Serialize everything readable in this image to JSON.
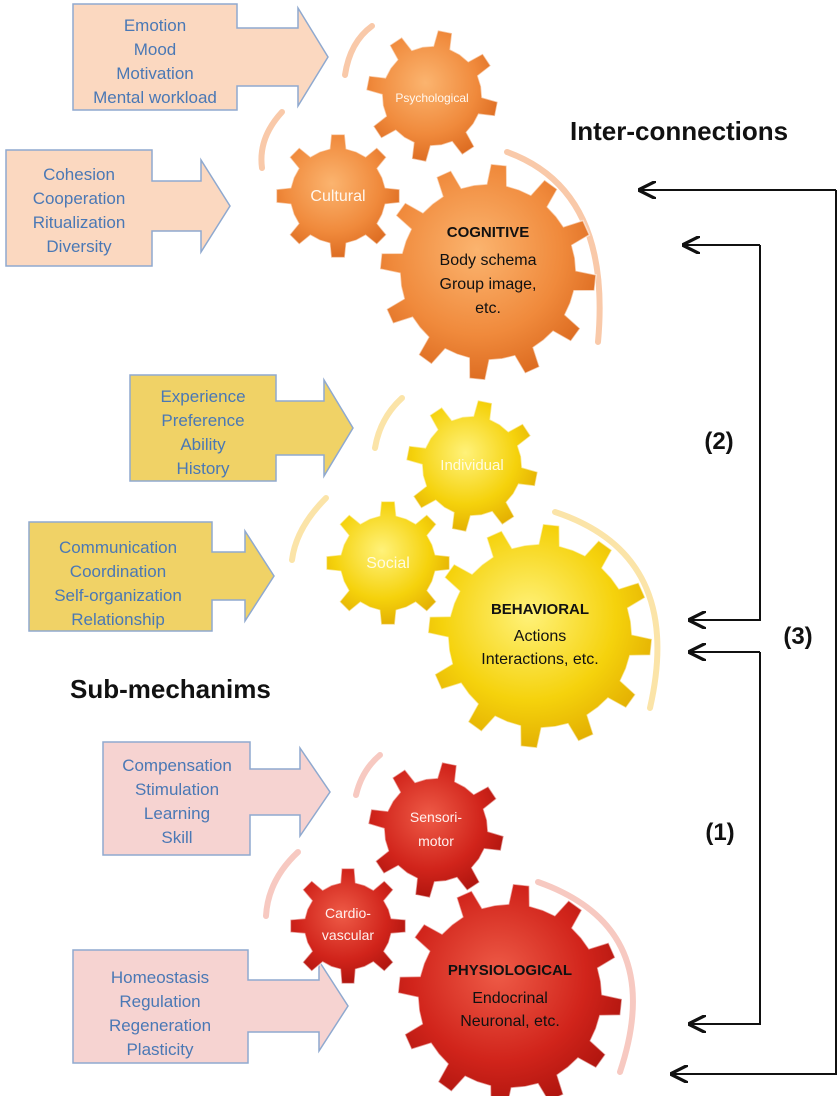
{
  "headings": {
    "interconnections": "Inter-connections",
    "submechanisms": "Sub-mechanims"
  },
  "connector_labels": {
    "one": "(1)",
    "two": "(2)",
    "three": "(3)"
  },
  "colors": {
    "cognitive_fill": "#f08a3c",
    "behavioral_fill": "#f5d20c",
    "physiological_fill": "#d1241b",
    "cognitive_box": "#fbd8c0",
    "behavioral_box": "#f0d266",
    "physiological_box": "#f6d3d1",
    "callout_text": "#4a78b5"
  },
  "groups": {
    "cognitive": {
      "main": {
        "title": "COGNITIVE",
        "line1": "Body schema",
        "line2": "Group image,",
        "line3": "etc."
      },
      "gear_a": "Psychological",
      "gear_b": "Cultural",
      "callout_a": [
        "Emotion",
        "Mood",
        "Motivation",
        "Mental workload"
      ],
      "callout_b": [
        "Cohesion",
        "Cooperation",
        "Ritualization",
        "Diversity"
      ]
    },
    "behavioral": {
      "main": {
        "title": "BEHAVIORAL",
        "line1": "Actions",
        "line2": "Interactions, etc."
      },
      "gear_a": "Individual",
      "gear_b": "Social",
      "callout_a": [
        "Experience",
        "Preference",
        "Ability",
        "History"
      ],
      "callout_b": [
        "Communication",
        "Coordination",
        "Self-organization",
        "Relationship"
      ]
    },
    "physiological": {
      "main": {
        "title": "PHYSIOLOGICAL",
        "line1": "Endocrinal",
        "line2": "Neuronal, etc."
      },
      "gear_a_line1": "Sensori-",
      "gear_a_line2": "motor",
      "gear_b_line1": "Cardio-",
      "gear_b_line2": "vascular",
      "callout_a": [
        "Compensation",
        "Stimulation",
        "Learning",
        "Skill"
      ],
      "callout_b": [
        "Homeostasis",
        "Regulation",
        "Regeneration",
        "Plasticity"
      ]
    }
  }
}
